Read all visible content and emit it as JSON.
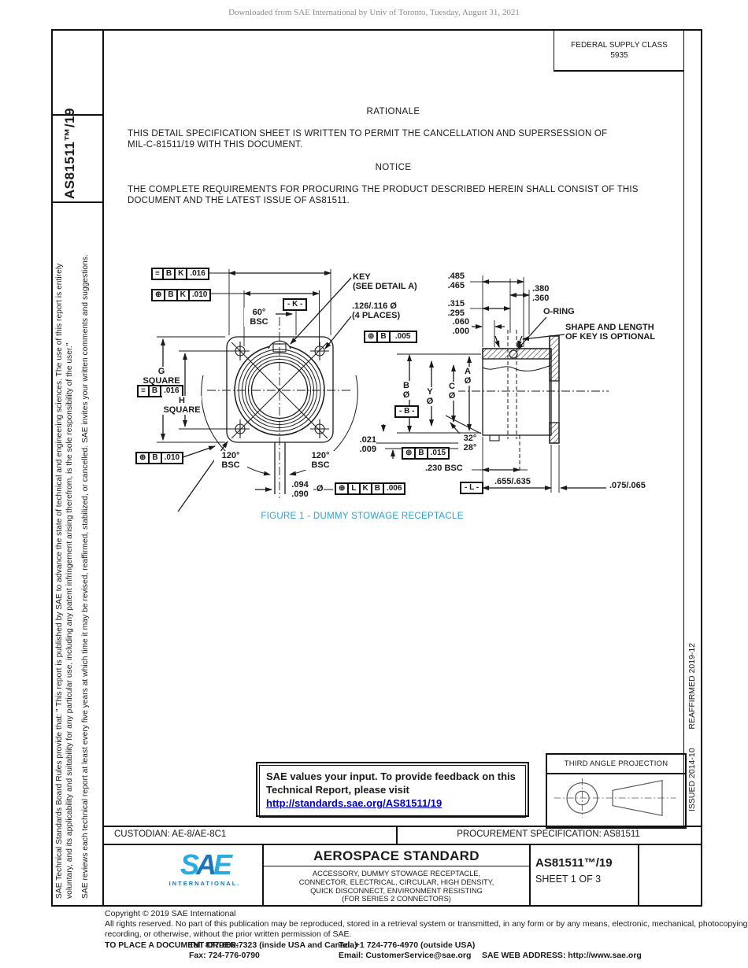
{
  "page": {
    "download_notice": "Downloaded from SAE International by Univ of Toronto, Tuesday, August 31, 2021"
  },
  "fsc": {
    "label": "FEDERAL SUPPLY CLASS",
    "value": "5935"
  },
  "sidebar": {
    "doc_number": "AS81511™/19",
    "legal1_lines": [
      "SAE Technical Standards Board Rules provide that: \" This report is published by SAE to advance the state of technical and engineering sciences. The use of this report is entirely",
      "voluntary, and its applicability and suitability for any particular use, including any patent infringement arising therefrom, is the sole responsibility of the user.\""
    ],
    "legal2": "SAE reviews each technical report at least every five years at which time it may be revised, reaffirmed, stabilized, or cancelled. SAE invites your written comments and suggestions."
  },
  "right_edge": {
    "issued": "ISSUED 2014-10",
    "reaffirmed": "REAFFIRMED 2019-12"
  },
  "rationale": {
    "title": "RATIONALE",
    "lines": [
      "THIS DETAIL SPECIFICATION SHEET IS WRITTEN TO PERMIT THE CANCELLATION AND SUPERSESSION OF",
      "MIL-C-81511/19 WITH THIS DOCUMENT."
    ]
  },
  "notice": {
    "title": "NOTICE",
    "lines": [
      "THE COMPLETE REQUIREMENTS FOR PROCURING THE PRODUCT DESCRIBED HEREIN SHALL CONSIST OF THIS",
      "DOCUMENT AND THE LATEST ISSUE OF AS81511."
    ]
  },
  "drawing": {
    "fcf_top1": [
      "≡",
      "B",
      "K",
      ".016"
    ],
    "fcf_top2": [
      "⊕",
      "B",
      "K",
      ".010"
    ],
    "fcf_runout_005": [
      "⊚",
      "B",
      ".005"
    ],
    "fcf_g_016": [
      "≡",
      "B",
      ".016"
    ],
    "fcf_pos_010": [
      "⊕",
      "B",
      ".010"
    ],
    "fcf_pos_006": [
      "⊕",
      "L",
      "K",
      "B",
      ".006"
    ],
    "fcf_runout_015": [
      "⊚",
      "B",
      ".015"
    ],
    "datum_k": "- K -",
    "datum_b": "- B -",
    "datum_l": "- L -",
    "angle60": [
      "60°",
      "BSC"
    ],
    "key_note": [
      "KEY",
      "(SEE DETAIL A)"
    ],
    "holes_note": [
      ".126/.116 Ø",
      "(4 PLACES)"
    ],
    "g_square": [
      "G",
      "SQUARE"
    ],
    "h_square": [
      "H",
      "SQUARE"
    ],
    "bsc120_left": [
      "120°",
      "BSC"
    ],
    "bsc120_right": [
      "120°",
      "BSC"
    ],
    "dim_094": [
      ".094",
      ".090"
    ],
    "dia_symbol": "Ø",
    "dim_485": [
      ".485",
      ".465"
    ],
    "dim_380": [
      ".380",
      ".360"
    ],
    "dim_315": [
      ".315",
      ".295"
    ],
    "dim_060": [
      ".060",
      ".000"
    ],
    "oring_label": "O-RING",
    "key_optional": [
      "SHAPE AND LENGTH",
      "OF KEY IS OPTIONAL"
    ],
    "dia_b": [
      "B",
      "Ø"
    ],
    "dia_y": [
      "Y",
      "Ø"
    ],
    "dia_c": [
      "C",
      "Ø"
    ],
    "dia_a": [
      "A",
      "Ø"
    ],
    "dim_021": [
      ".021",
      ".009"
    ],
    "angle_3228": [
      "32°",
      "28°"
    ],
    "dim_230": ".230 BSC",
    "dim_655": ".655/.635",
    "dim_075": ".075/.065"
  },
  "figure": {
    "caption": "FIGURE 1 - DUMMY STOWAGE RECEPTACLE"
  },
  "feedback": {
    "line1": "SAE values your input. To provide feedback on this",
    "line2": "Technical Report, please visit",
    "link": "http://standards.sae.org/AS81511/19"
  },
  "projection": {
    "title": "THIRD ANGLE PROJECTION"
  },
  "title_block": {
    "custodian": "CUSTODIAN: AE-8/AE-8C1",
    "procurement": "PROCUREMENT SPECIFICATION: AS81511",
    "heading": "AEROSPACE STANDARD",
    "subtitle": [
      "ACCESSORY, DUMMY STOWAGE RECEPTACLE,",
      "CONNECTOR, ELECTRICAL, CIRCULAR, HIGH DENSITY,",
      "QUICK DISCONNECT, ENVIRONMENT RESISTING",
      "(FOR SERIES 2 CONNECTORS)"
    ],
    "doc_number": "AS81511™/19",
    "sheet": "SHEET 1 OF 3",
    "logo_letters": [
      "S",
      "A",
      "E"
    ],
    "logo_sub": "INTERNATIONAL."
  },
  "footer": {
    "copyright": "Copyright © 2019 SAE International",
    "rights1": "All rights reserved. No part of this publication may be reproduced, stored in a retrieval system or transmitted, in any form or by any means, electronic, mechanical, photocopying,",
    "rights2": "recording, or otherwise, without the prior written permission of SAE.",
    "order_label": "TO PLACE A DOCUMENT ORDER:",
    "tel_inside": "Tel: 877-606-7323 (inside USA and Canada)",
    "tel_outside": "Tel: +1 724-776-4970 (outside USA)",
    "fax": "Fax: 724-776-0790",
    "email": "Email: CustomerService@sae.org",
    "web": "SAE WEB ADDRESS: http://www.sae.org"
  },
  "colors": {
    "figure_caption": "#2da0d8",
    "link": "#0000cc",
    "logo_light": "#29abe2",
    "logo_dark": "#1a75bb"
  }
}
